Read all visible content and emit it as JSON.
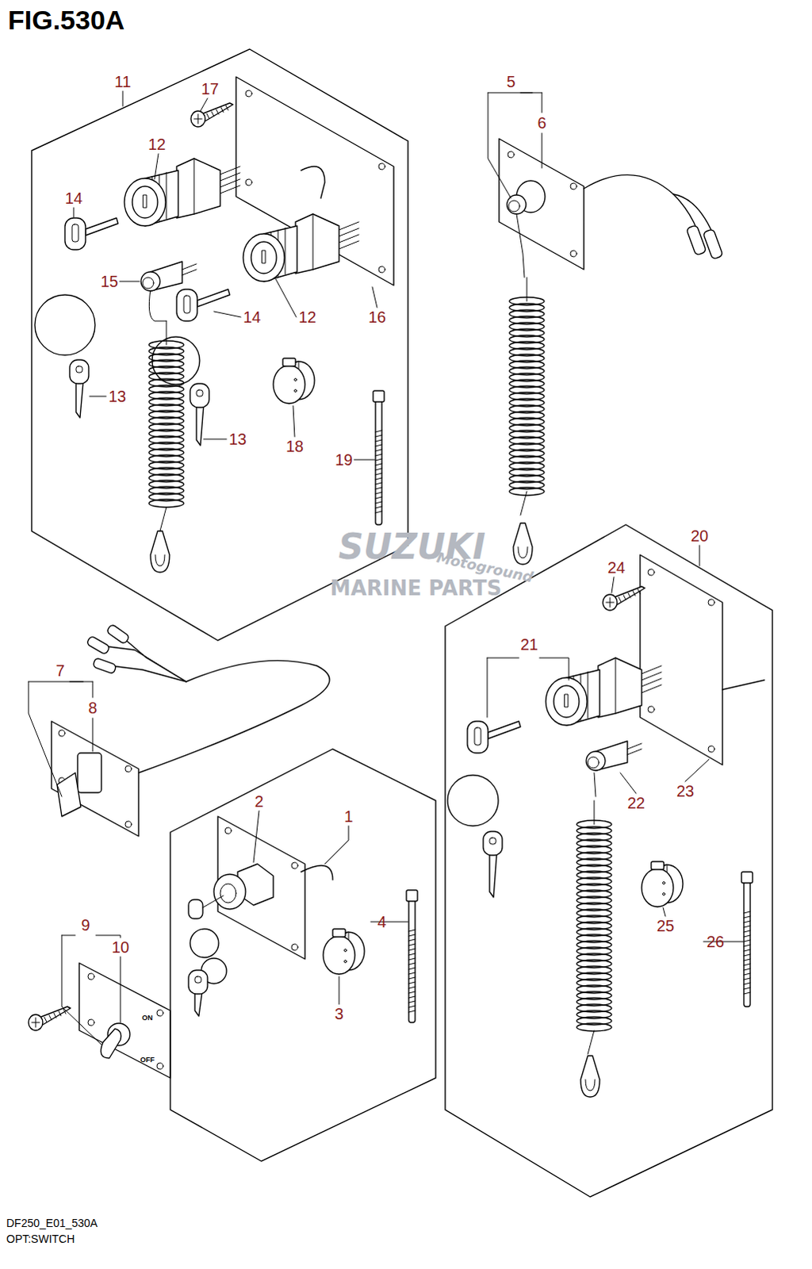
{
  "diagram": {
    "title": "FIG.530A",
    "caption": "OPT:SWITCH",
    "nodes": [
      {
        "text": [
          "11",
          "17",
          "12",
          "14",
          "15",
          "14",
          "12",
          "16",
          "13",
          "13",
          "18",
          "19"
        ]
      },
      {
        "text": [
          "20",
          "24",
          "21",
          "23",
          "22",
          "25",
          "26"
        ]
      },
      {
        "text": [
          "1",
          "2",
          "4",
          "3"
        ]
      }
    ],
    "labels": [
      "5",
      "6",
      "7",
      "8",
      "9",
      "10",
      "ON",
      "OFF",
      "SUZUKI",
      "Motoground",
      "MARINE PARTS",
      "DF250_E01_530A"
    ]
  }
}
